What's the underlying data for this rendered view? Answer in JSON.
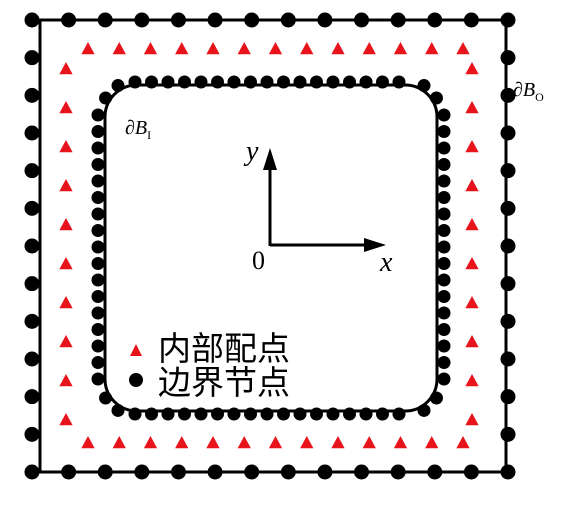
{
  "labels": {
    "outer_boundary": {
      "symbol": "∂B",
      "sub": "O"
    },
    "inner_boundary": {
      "symbol": "∂B",
      "sub": "I"
    },
    "y_axis": "y",
    "x_axis": "x",
    "origin": "0"
  },
  "legend": {
    "interior": "内部配点",
    "boundary": "边界节点"
  },
  "colors": {
    "interior_marker": "#e8141b",
    "boundary_marker": "#000000",
    "lines": "#000000"
  },
  "markers": {
    "interior": "red-triangle",
    "boundary": "black-circle"
  }
}
